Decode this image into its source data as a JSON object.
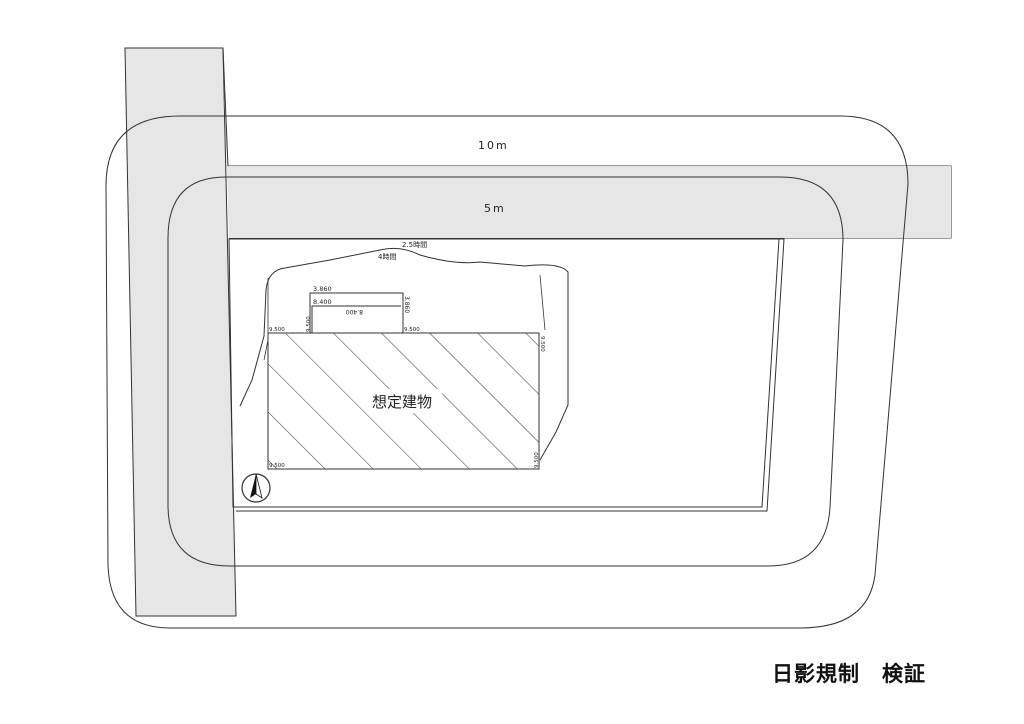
{
  "labels": {
    "ten_m": "10m",
    "five_m": "5m",
    "hours_2_5": "2.5時間",
    "hours_4": "4時間",
    "building": "想定建物",
    "title": "日影規制　検証"
  },
  "dimensions": {
    "step_top_level": "3.860",
    "step_top_right": "3.860",
    "upper_floor_left": "8.400",
    "upper_floor_right": "8.400",
    "main_left": "9.500",
    "main_left_side": "9.500",
    "main_mid": "9.500",
    "main_right_side": "9.500",
    "bottom_left": "9.500",
    "bottom_right": "9.500"
  },
  "colors": {
    "road_fill": "#e6e6e6",
    "line": "#333333"
  },
  "icons": {
    "north_arrow": "north-arrow-icon"
  }
}
